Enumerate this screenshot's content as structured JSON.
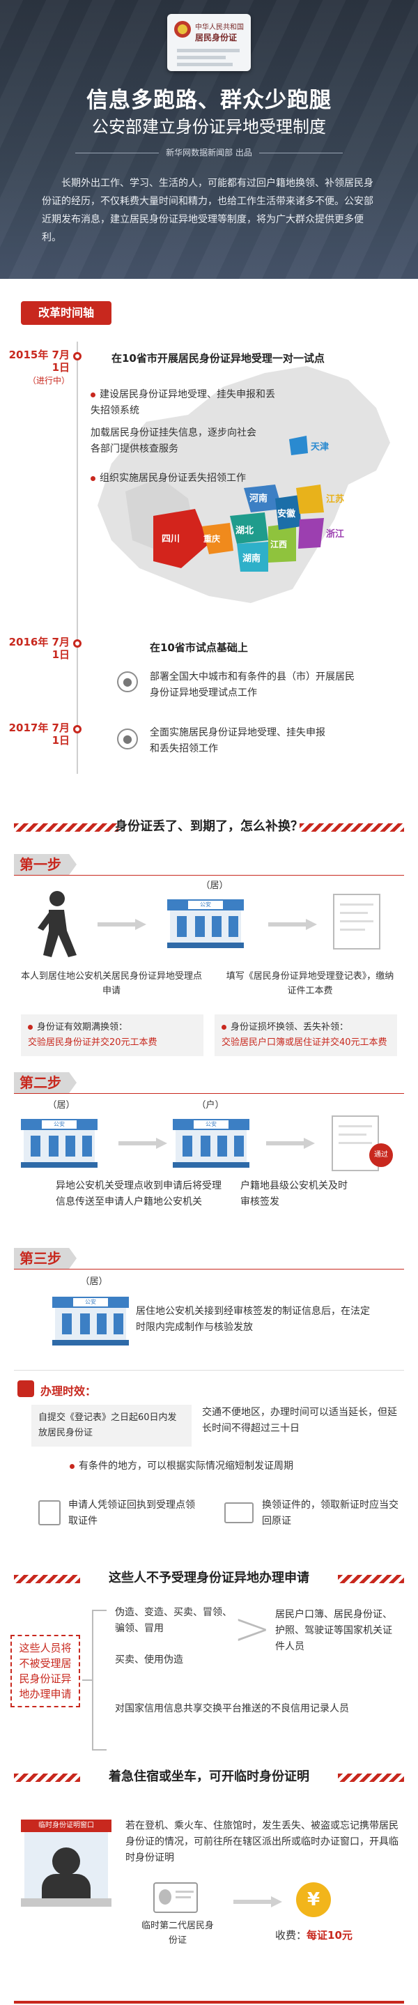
{
  "header": {
    "id_card_line1": "中华人民共和国",
    "id_card_line2": "居民身份证",
    "title": "信息多跑路、群众少跑腿",
    "subtitle": "公安部建立身份证异地受理制度",
    "source": "新华网数据新闻部 出品",
    "intro": "长期外出工作、学习、生活的人，可能都有过回户籍地换领、补领居民身份证的经历，不仅耗费大量时间和精力，也给工作生活带来诸多不便。公安部近期发布消息，建立居民身份证异地受理等制度，将为广大群众提供更多便利。"
  },
  "timeline": {
    "tag": "改革时间轴",
    "events": [
      {
        "date": "2015年 7月1日",
        "status": "（进行中）",
        "head": "在10省市开展居民身份证异地受理一对一试点",
        "items": [
          "建设居民身份证异地受理、挂失申报和丢失招领系统",
          "加载居民身份证挂失信息，逐步向社会各部门提供核查服务",
          "组织实施居民身份证丢失招领工作"
        ]
      },
      {
        "date": "2016年 7月1日",
        "head": "在10省市试点基础上",
        "items": [
          "部署全国大中城市和有条件的县（市）开展居民身份证异地受理试点工作"
        ]
      },
      {
        "date": "2017年 7月1日",
        "items": [
          "全面实施居民身份证异地受理、挂失申报和丢失招领工作"
        ]
      }
    ],
    "map_labels": [
      "天津",
      "江苏",
      "河南",
      "安徽",
      "浙江",
      "湖北",
      "重庆",
      "四川",
      "湖南",
      "江西"
    ]
  },
  "section2": {
    "title": "身份证丢了、到期了，怎么补换？",
    "step1": {
      "tag": "第一步",
      "building_label": "（居）",
      "cap_left": "本人到居住地公安机关居民身份证异地受理点申请",
      "cap_right": "填写《居民身份证异地受理登记表》，缴纳证件工本费",
      "note_left_title": "身份证有效期满换领：",
      "note_left_body": "交验居民身份证并交20元工本费",
      "note_right_title": "身份证损坏换领、丢失补领：",
      "note_right_body": "交验居民户口簿或居住证并交40元工本费"
    },
    "step2": {
      "tag": "第二步",
      "left_label": "（居）",
      "right_label": "（户）",
      "cap_left": "异地公安机关受理点收到申请后将受理信息传送至申请人户籍地公安机关",
      "cap_right": "户籍地县级公安机关及时审核签发",
      "stamp": "通过"
    },
    "step3": {
      "tag": "第三步",
      "label": "（居）",
      "cap": "居住地公安机关接到经审核签发的制证信息后，在法定时限内完成制作与核验发放"
    },
    "timing": {
      "title": "办理时效：",
      "left": "自提交《登记表》之日起60日内发放居民身份证",
      "right": "交通不便地区，办理时间可以适当延长，但延长时间不得超过三十日",
      "extra": "有条件的地方，可以根据实际情况缩短制发证周期",
      "pick_left": "申请人凭领证回执到受理点领取证件",
      "pick_right": "换领证件的，领取新证时应当交回原证"
    }
  },
  "section3": {
    "title": "这些人不予受理身份证异地办理申请",
    "group_label": "这些人员将不被受理居民身份证异地办理申请",
    "list_a": "伪造、变造、买卖、冒领、骗领、冒用",
    "list_b": "买卖、使用伪造",
    "list_a_right": "居民户口簿、居民身份证、护照、驾驶证等国家机关证件人员",
    "list_c": "对国家信用信息共享交换平台推送的不良信用记录人员"
  },
  "section4": {
    "title": "着急住宿或坐车，可开临时身份证明",
    "window_sign": "临时身份证明窗口",
    "text": "若在登机、乘火车、住旅馆时，发生丢失、被盗或忘记携带居民身份证的情况，可前往所在辖区派出所或临时办证窗口，开具临时身份证明",
    "card_label": "临时第二代居民身份证",
    "fee_label": "收费：",
    "fee_value": "每证10元",
    "yen": "¥"
  },
  "colors": {
    "accent": "#c8281e",
    "header_bg": "#2b3440",
    "building_blue": "#3c7fc4"
  }
}
